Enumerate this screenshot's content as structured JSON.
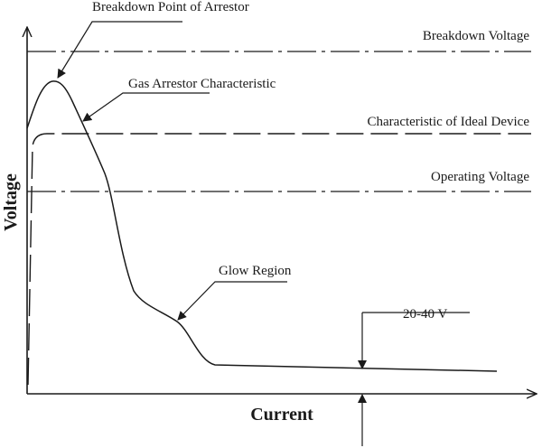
{
  "axes": {
    "x_label": "Current",
    "y_label": "Voltage"
  },
  "lines": {
    "breakdown_voltage": "Breakdown Voltage",
    "ideal_device": "Characteristic of Ideal Device",
    "operating_voltage": "Operating Voltage"
  },
  "annotations": {
    "breakdown_point": "Breakdown Point of Arrestor",
    "gas_arrestor": "Gas Arrestor Characteristic",
    "glow_region": "Glow Region",
    "arc_voltage": "20-40 V"
  },
  "colors": {
    "ink": "#1a1a1a",
    "background": "#ffffff"
  }
}
